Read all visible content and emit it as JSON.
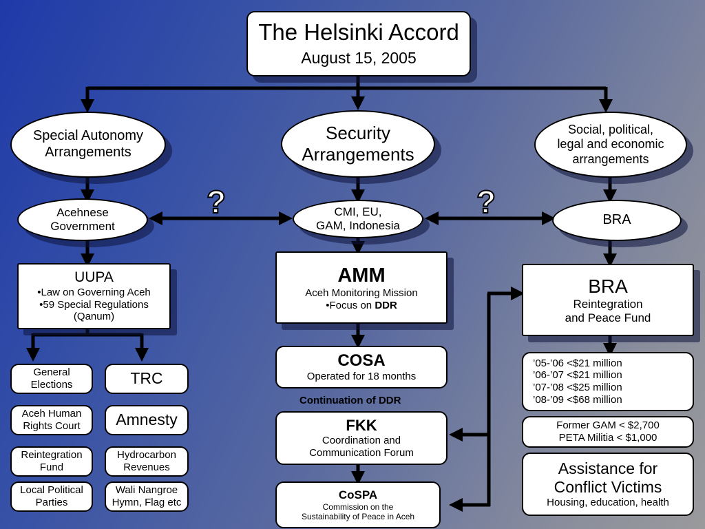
{
  "title": {
    "main": "The Helsinki Accord",
    "date": "August 15, 2005"
  },
  "branches": {
    "autonomy": {
      "line1": "Special Autonomy",
      "line2": "Arrangements"
    },
    "security": {
      "line1": "Security",
      "line2": "Arrangements"
    },
    "social": {
      "line1": "Social, political,",
      "line2": "legal and economic",
      "line3": "arrangements"
    }
  },
  "actors": {
    "acehnese": {
      "line1": "Acehnese",
      "line2": "Government"
    },
    "cmi": {
      "line1": "CMI, EU,",
      "line2": "GAM, Indonesia"
    },
    "bra": {
      "label": "BRA"
    }
  },
  "question_marks": [
    "?",
    "?"
  ],
  "uupa": {
    "title": "UUPA",
    "items": [
      "•Law on Governing Aceh",
      "•59 Special Regulations",
      "(Qanum)"
    ]
  },
  "uupa_outputs": [
    {
      "line1": "General",
      "line2": "Elections"
    },
    {
      "line1": "TRC",
      "line2": ""
    },
    {
      "line1": "Aceh Human",
      "line2": "Rights Court"
    },
    {
      "line1": "Amnesty",
      "line2": ""
    },
    {
      "line1": "Reintegration",
      "line2": "Fund"
    },
    {
      "line1": "Hydrocarbon",
      "line2": "Revenues"
    },
    {
      "line1": "Local Political",
      "line2": "Parties"
    },
    {
      "line1": "Wali Nangroe",
      "line2": "Hymn, Flag etc"
    }
  ],
  "amm": {
    "title": "AMM",
    "subtitle": "Aceh Monitoring Mission",
    "focus_prefix": "•Focus on ",
    "focus_bold": "DDR"
  },
  "cosa": {
    "title": "COSA",
    "subtitle": "Operated for 18 months"
  },
  "continuation_note": "Continuation of DDR",
  "fkk": {
    "title": "FKK",
    "line1": "Coordination and",
    "line2": "Communication Forum"
  },
  "cospa": {
    "title": "CoSPA",
    "line1": "Commission on the",
    "line2": "Sustainability of Peace in Aceh"
  },
  "bra_fund": {
    "title": "BRA",
    "line1": "Reintegration",
    "line2": "and Peace Fund"
  },
  "budget": [
    "’05-’06 <$21 million",
    "’06-’07 <$21 million",
    "’07-’08 <$25 million",
    "’08-’09 <$68 million"
  ],
  "payments": [
    "Former GAM < $2,700",
    "PETA Militia < $1,000"
  ],
  "assistance": {
    "line1": "Assistance for",
    "line2": "Conflict Victims",
    "line3": "Housing, education, health"
  }
}
